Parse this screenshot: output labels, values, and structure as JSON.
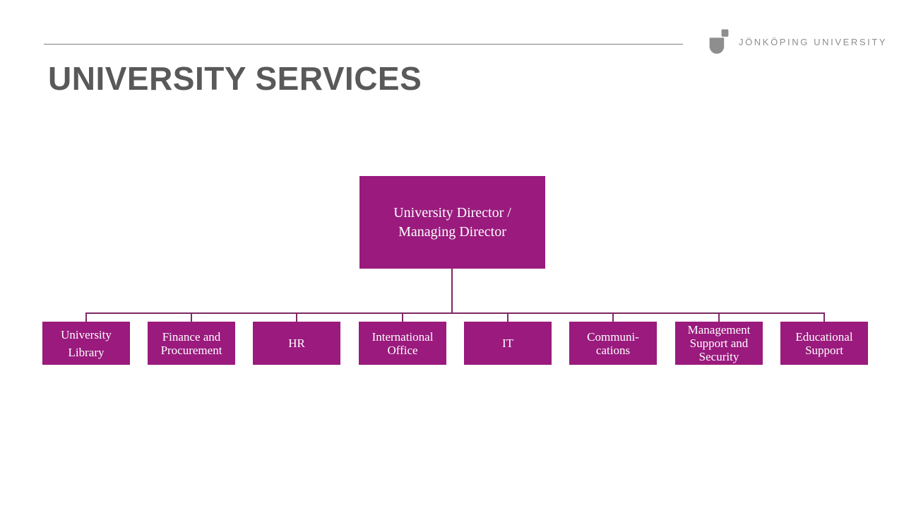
{
  "slide": {
    "title": "UNIVERSITY SERVICES"
  },
  "logo": {
    "text": "JÖNKÖPING UNIVERSITY",
    "icon": "ju-monogram-icon"
  },
  "org_chart": {
    "root": {
      "label": "University Director / Managing Director",
      "lines": [
        "University Director /",
        "Managing Director"
      ]
    },
    "children": [
      {
        "label": "University Library",
        "lines": [
          "University",
          "Library"
        ]
      },
      {
        "label": "Finance and Procurement",
        "lines": [
          "Finance and",
          "Procurement"
        ]
      },
      {
        "label": "HR",
        "lines": [
          "HR"
        ]
      },
      {
        "label": "International Office",
        "lines": [
          "International",
          "Office"
        ]
      },
      {
        "label": "IT",
        "lines": [
          "IT"
        ]
      },
      {
        "label": "Communi-cations",
        "lines": [
          "Communi-",
          "cations"
        ]
      },
      {
        "label": "Management Support and Security",
        "lines": [
          "Management",
          "Support and",
          "Security"
        ]
      },
      {
        "label": "Educational Support",
        "lines": [
          "Educational",
          "Support"
        ]
      }
    ]
  },
  "colors": {
    "box-magenta": "#9A1A7D",
    "connector": "#7E2A65",
    "title-gray": "#595959",
    "logo-gray": "#8E8E8E",
    "rule-gray": "#7F7F7F",
    "box-text": "#FFFFFF"
  }
}
